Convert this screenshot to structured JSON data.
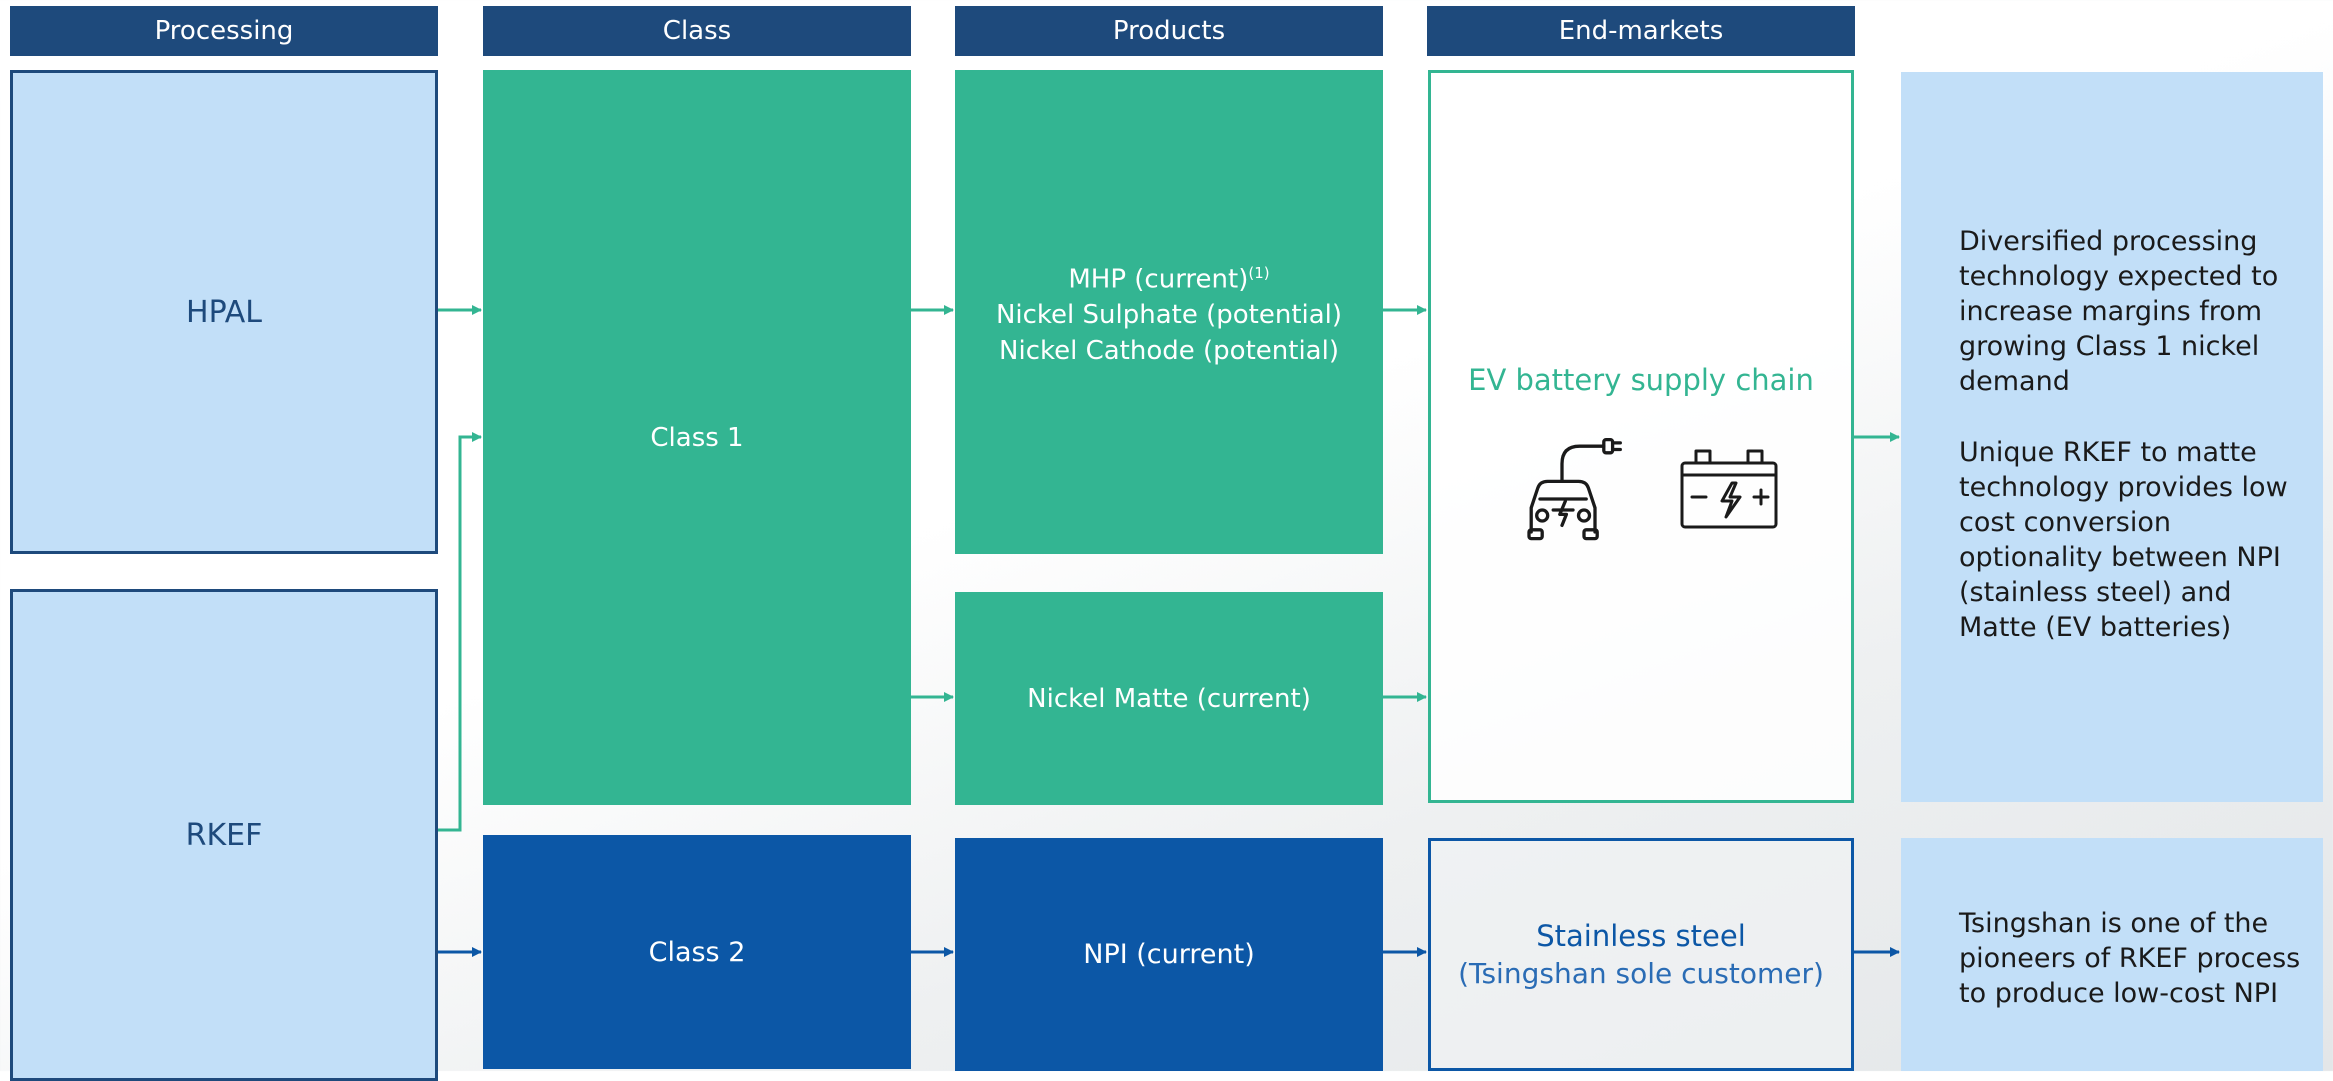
{
  "headers": [
    "Processing",
    "Class",
    "Products",
    "End-markets"
  ],
  "processing": {
    "hpal": "HPAL",
    "rkef": "RKEF"
  },
  "class": {
    "class1": "Class 1",
    "class2": "Class 2"
  },
  "products": {
    "mhp": "MHP (current)",
    "mhp_footnote": "(1)",
    "sulphate": "Nickel Sulphate (potential)",
    "cathode": "Nickel Cathode (potential)",
    "matte": "Nickel Matte (current)",
    "npi": "NPI (current)"
  },
  "end_markets": {
    "ev_title": "EV battery supply chain",
    "ev_icons": [
      "electric-car-icon",
      "battery-icon"
    ],
    "stainless_title": "Stainless steel",
    "stainless_sub": "(Tsingshan sole customer)"
  },
  "notes": {
    "note1": "Diversified processing technology expected to increase margins from growing Class 1 nickel demand",
    "note2": "Unique RKEF to matte technology provides low cost conversion optionality between NPI (stainless steel) and Matte (EV batteries)",
    "note3": "Tsingshan is one of the pioneers of RKEF process to produce low-cost NPI"
  },
  "colors": {
    "navy": "#1e4a7c",
    "green": "#33b592",
    "blue": "#0c57a6",
    "light_blue": "#c2dff8"
  }
}
